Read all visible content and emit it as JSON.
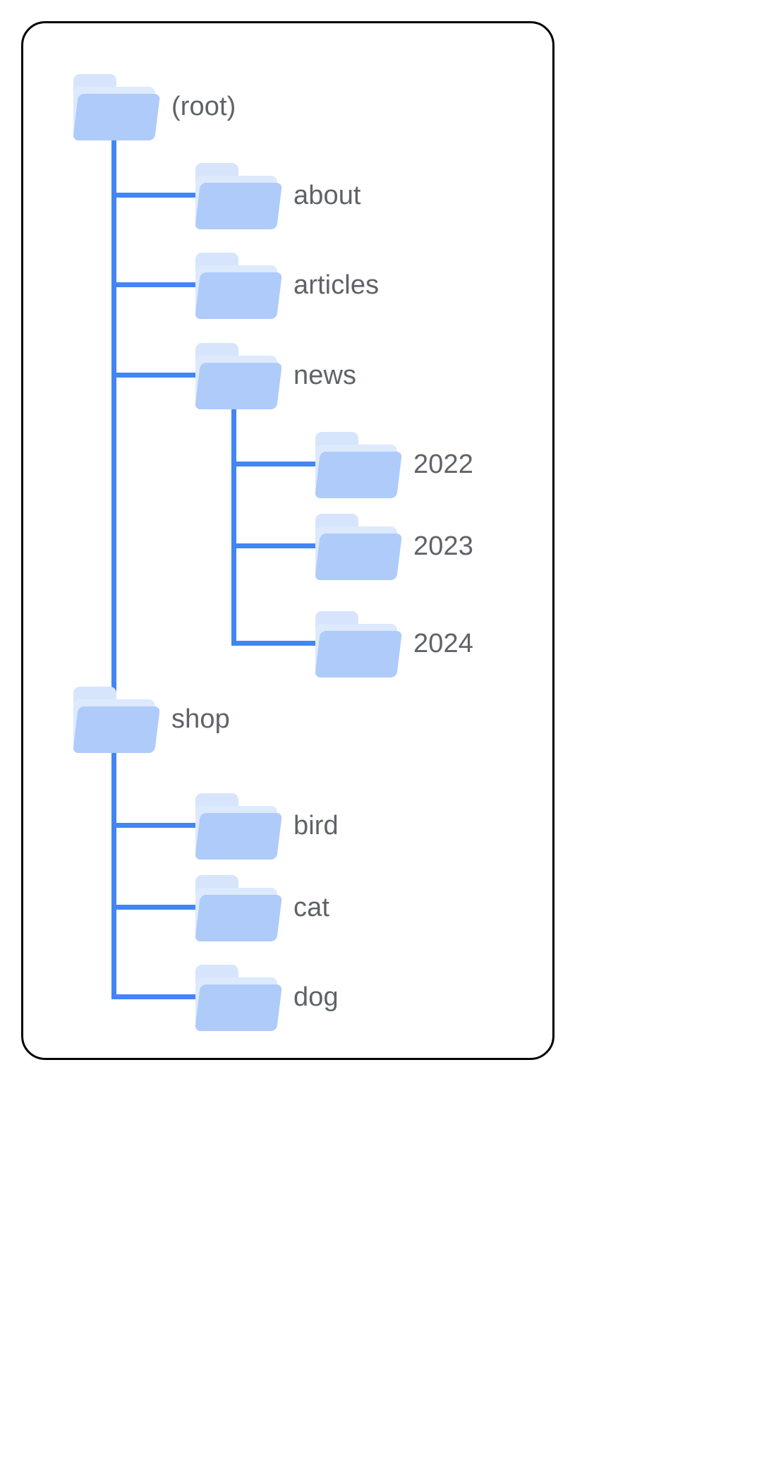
{
  "diagram": {
    "type": "folder-tree",
    "title": "",
    "colors": {
      "connector": "#4285f4",
      "folder_front": "#aecbfa",
      "folder_back": "#dde9fd",
      "folder_tab": "#d7e5fc",
      "label_text": "#5f6368",
      "card_border": "#000000",
      "background": "#ffffff"
    },
    "nodes": [
      {
        "id": "root",
        "label": "(root)",
        "depth": 0,
        "icon": "folder-icon"
      },
      {
        "id": "about",
        "label": "about",
        "depth": 1,
        "icon": "folder-icon"
      },
      {
        "id": "articles",
        "label": "articles",
        "depth": 1,
        "icon": "folder-icon"
      },
      {
        "id": "news",
        "label": "news",
        "depth": 1,
        "icon": "folder-icon"
      },
      {
        "id": "y2022",
        "label": "2022",
        "depth": 2,
        "icon": "folder-icon"
      },
      {
        "id": "y2023",
        "label": "2023",
        "depth": 2,
        "icon": "folder-icon"
      },
      {
        "id": "y2024",
        "label": "2024",
        "depth": 2,
        "icon": "folder-icon"
      },
      {
        "id": "shop",
        "label": "shop",
        "depth": 0,
        "icon": "folder-icon"
      },
      {
        "id": "bird",
        "label": "bird",
        "depth": 1,
        "icon": "folder-icon"
      },
      {
        "id": "cat",
        "label": "cat",
        "depth": 1,
        "icon": "folder-icon"
      },
      {
        "id": "dog",
        "label": "dog",
        "depth": 1,
        "icon": "folder-icon"
      }
    ]
  }
}
